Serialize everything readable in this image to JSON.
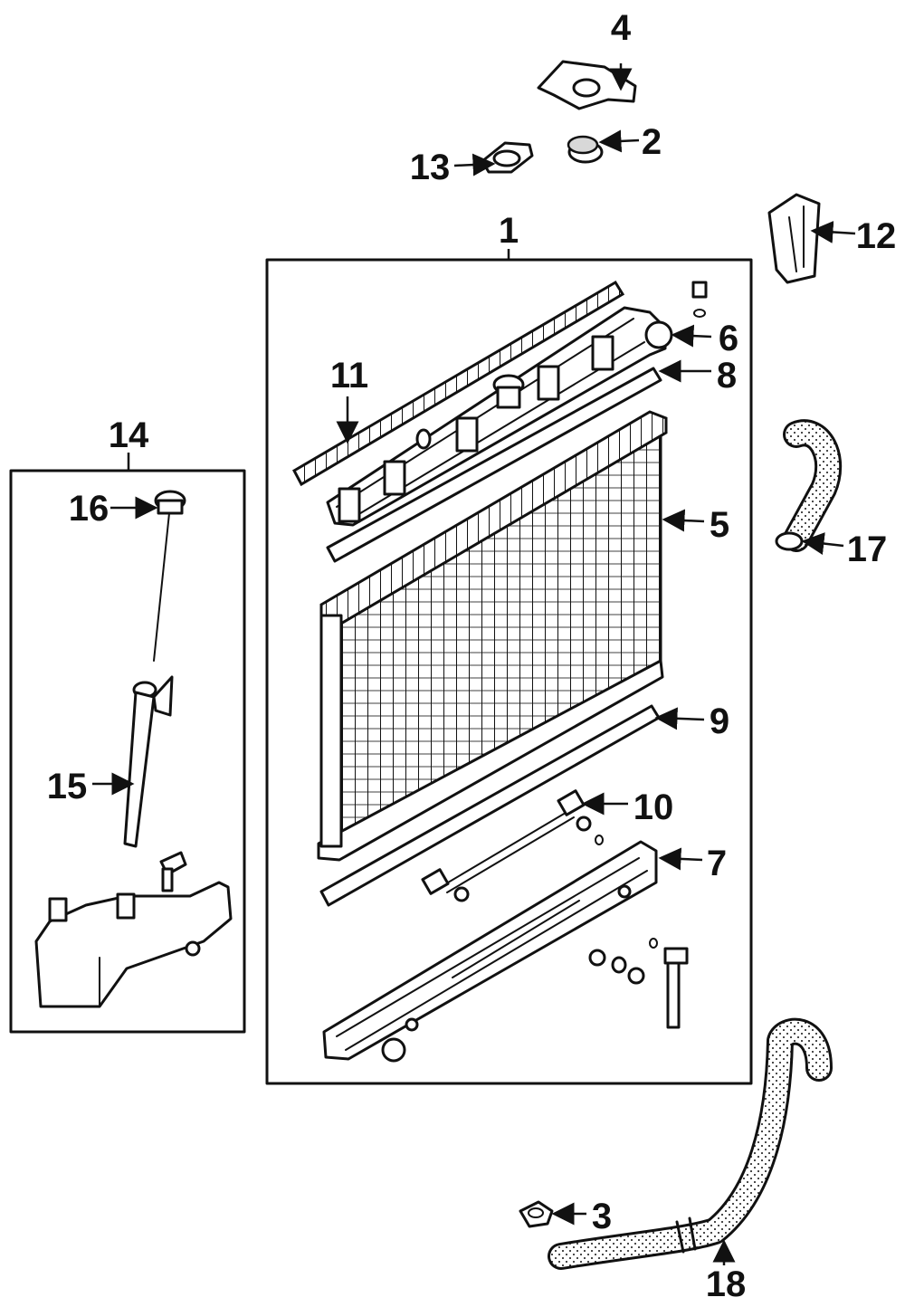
{
  "diagram": {
    "callouts": [
      {
        "id": "c1",
        "label": "1"
      },
      {
        "id": "c2",
        "label": "2"
      },
      {
        "id": "c3",
        "label": "3"
      },
      {
        "id": "c4",
        "label": "4"
      },
      {
        "id": "c5",
        "label": "5"
      },
      {
        "id": "c6",
        "label": "6"
      },
      {
        "id": "c7",
        "label": "7"
      },
      {
        "id": "c8",
        "label": "8"
      },
      {
        "id": "c9",
        "label": "9"
      },
      {
        "id": "c10",
        "label": "10"
      },
      {
        "id": "c11",
        "label": "11"
      },
      {
        "id": "c12",
        "label": "12"
      },
      {
        "id": "c13",
        "label": "13"
      },
      {
        "id": "c14",
        "label": "14"
      },
      {
        "id": "c15",
        "label": "15"
      },
      {
        "id": "c16",
        "label": "16"
      },
      {
        "id": "c17",
        "label": "17"
      },
      {
        "id": "c18",
        "label": "18"
      }
    ],
    "colors": {
      "ink": "#111111",
      "paper": "#ffffff",
      "shade": "#d8d8d8"
    }
  }
}
